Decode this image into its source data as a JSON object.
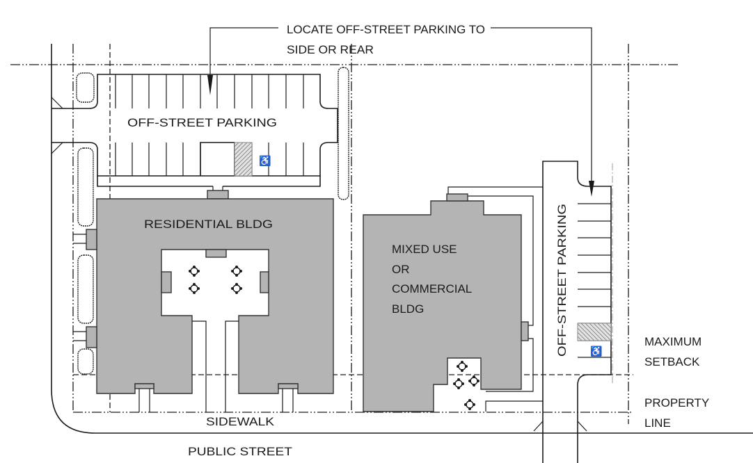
{
  "callout": {
    "line1": "LOCATE OFF-STREET PARKING TO",
    "line2": "SIDE OR REAR"
  },
  "labels": {
    "parking_top": "OFF-STREET PARKING",
    "residential": "RESIDENTIAL BLDG",
    "mixed_use": [
      "MIXED USE",
      "OR",
      "COMMERCIAL",
      "BLDG"
    ],
    "parking_side": "OFF-STREET PARKING",
    "maximum_setback": [
      "MAXIMUM",
      "SETBACK"
    ],
    "property_line": [
      "PROPERTY",
      "LINE"
    ],
    "sidewalk": "SIDEWALK",
    "public_street": "PUBLIC STREET"
  },
  "icons": [
    "accessible-parking-icon",
    "tree-icon",
    "arrow-down-icon"
  ]
}
